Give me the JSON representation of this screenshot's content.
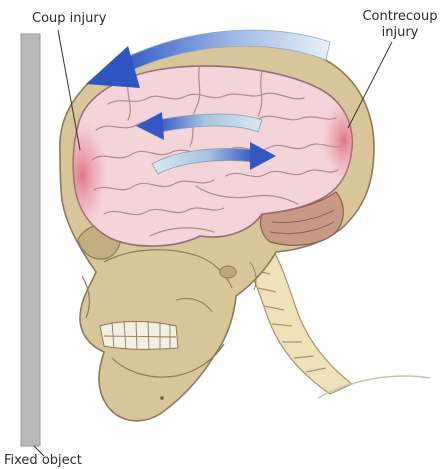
{
  "labels": {
    "coup": "Coup injury",
    "contrecoup_line1": "Contrecoup",
    "contrecoup_line2": "injury",
    "fixed_object": "Fixed object"
  },
  "colors": {
    "skull": "#d8c59a",
    "skull_stroke": "#8c7a58",
    "brain": "#f3d5d9",
    "brain_stroke": "#9a6b73",
    "injury": "#d9566a",
    "wall": "#b9b9bb",
    "arrow_fill": "#3d63c6",
    "arrow_light": "#cfe3ec",
    "spine": "#efe2b8",
    "teeth": "#f4efe2",
    "cerebellum": "#c89a86",
    "leader": "#333333"
  },
  "icons": {
    "large_arrow": "curved-arrow-left-icon",
    "inner_arrow_1": "curved-arrow-left-icon",
    "inner_arrow_2": "curved-arrow-right-icon"
  }
}
